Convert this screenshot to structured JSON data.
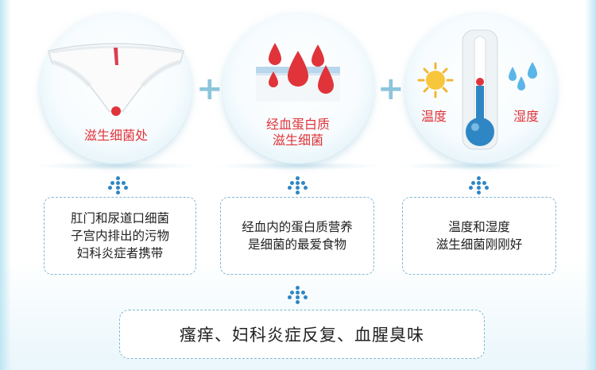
{
  "circles": [
    {
      "label": "滋生细菌处"
    },
    {
      "label_line1": "经血蛋白质",
      "label_line2": "滋生细菌"
    },
    {
      "left_label": "温度",
      "right_label": "湿度"
    }
  ],
  "plus_symbol": "+",
  "boxes": [
    {
      "line1": "肛门和尿道口细菌",
      "line2": "子宫内排出的污物",
      "line3": "妇科炎症者携带"
    },
    {
      "line1": "经血内的蛋白质营养",
      "line2": "是细菌的最爱食物"
    },
    {
      "line1": "温度和湿度",
      "line2": "滋生细菌刚刚好"
    }
  ],
  "conclusion": "瘙痒、妇科炎症反复、血腥臭味",
  "colors": {
    "accent_red": "#e0343a",
    "accent_blue": "#2f86c4",
    "border": "#7fb8d2"
  },
  "icons": [
    "underwear-icon",
    "blood-drops-icon",
    "sun-icon",
    "thermometer-icon",
    "water-drops-icon",
    "dot-arrow-icon"
  ]
}
